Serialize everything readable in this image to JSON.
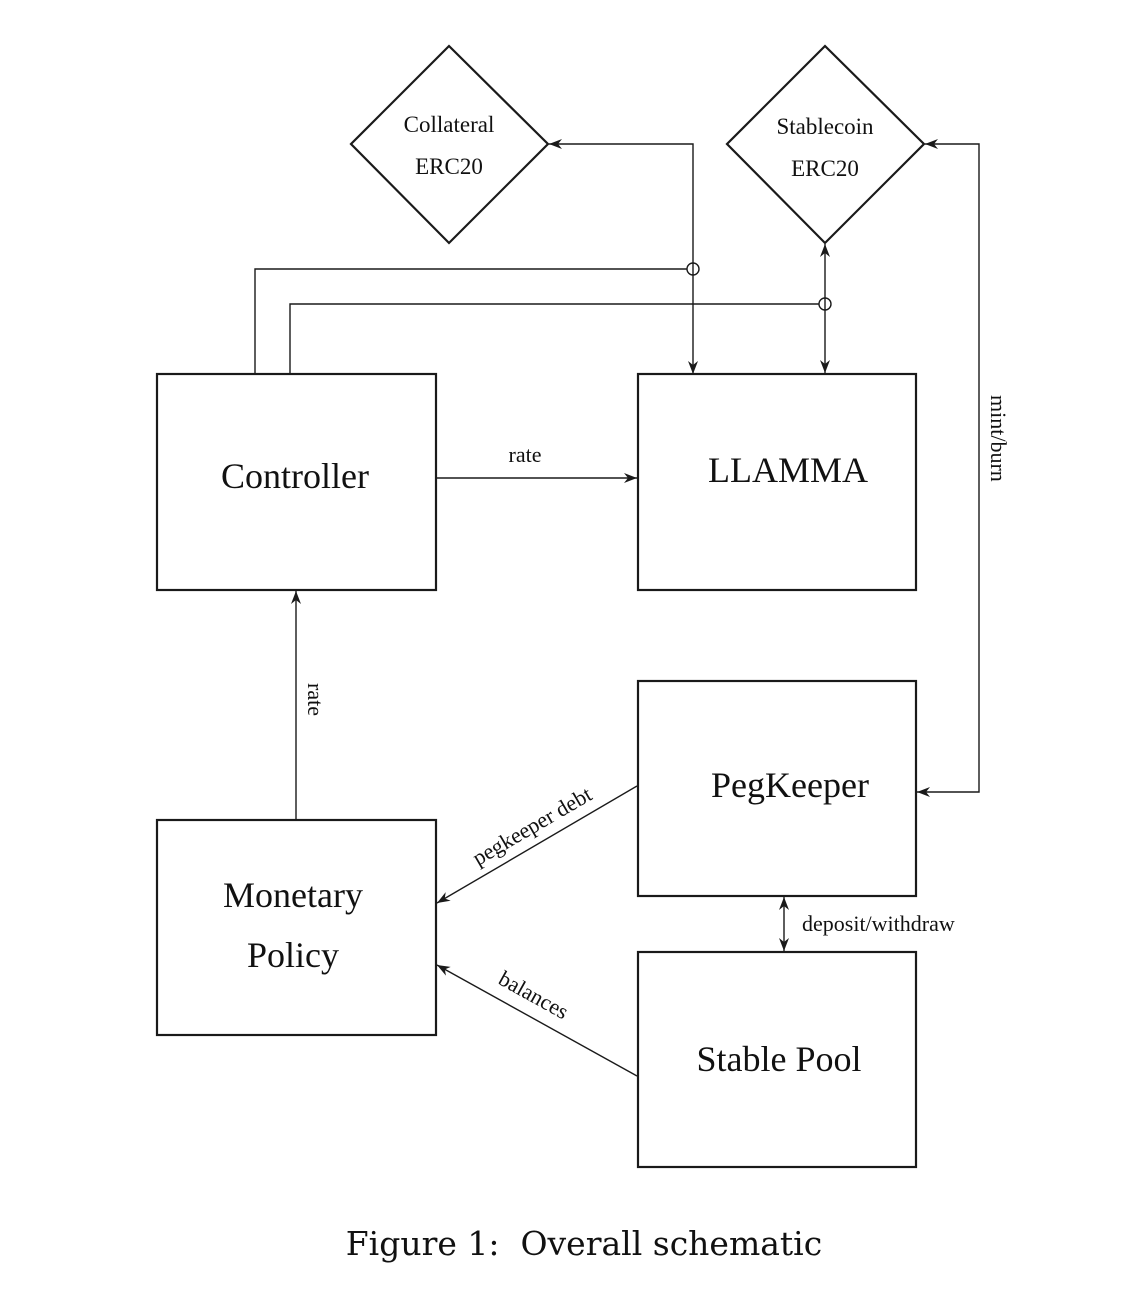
{
  "figure": {
    "caption": "Figure 1:  Overall schematic"
  },
  "nodes": {
    "collateral": {
      "line1": "Collateral",
      "line2": "ERC20"
    },
    "stablecoin": {
      "line1": "Stablecoin",
      "line2": "ERC20"
    },
    "controller": {
      "label": "Controller"
    },
    "llamma": {
      "label": "LLAMMA"
    },
    "pegkeeper": {
      "label": "PegKeeper"
    },
    "monetary_policy": {
      "line1": "Monetary",
      "line2": "Policy"
    },
    "stable_pool": {
      "label": "Stable Pool"
    }
  },
  "edges": {
    "controller_to_llamma": "rate",
    "policy_to_controller": "rate",
    "mint_burn": "mint/burn",
    "pegkeeper_debt": "pegkeeper debt",
    "balances": "balances",
    "deposit_withdraw": "deposit/withdraw"
  }
}
